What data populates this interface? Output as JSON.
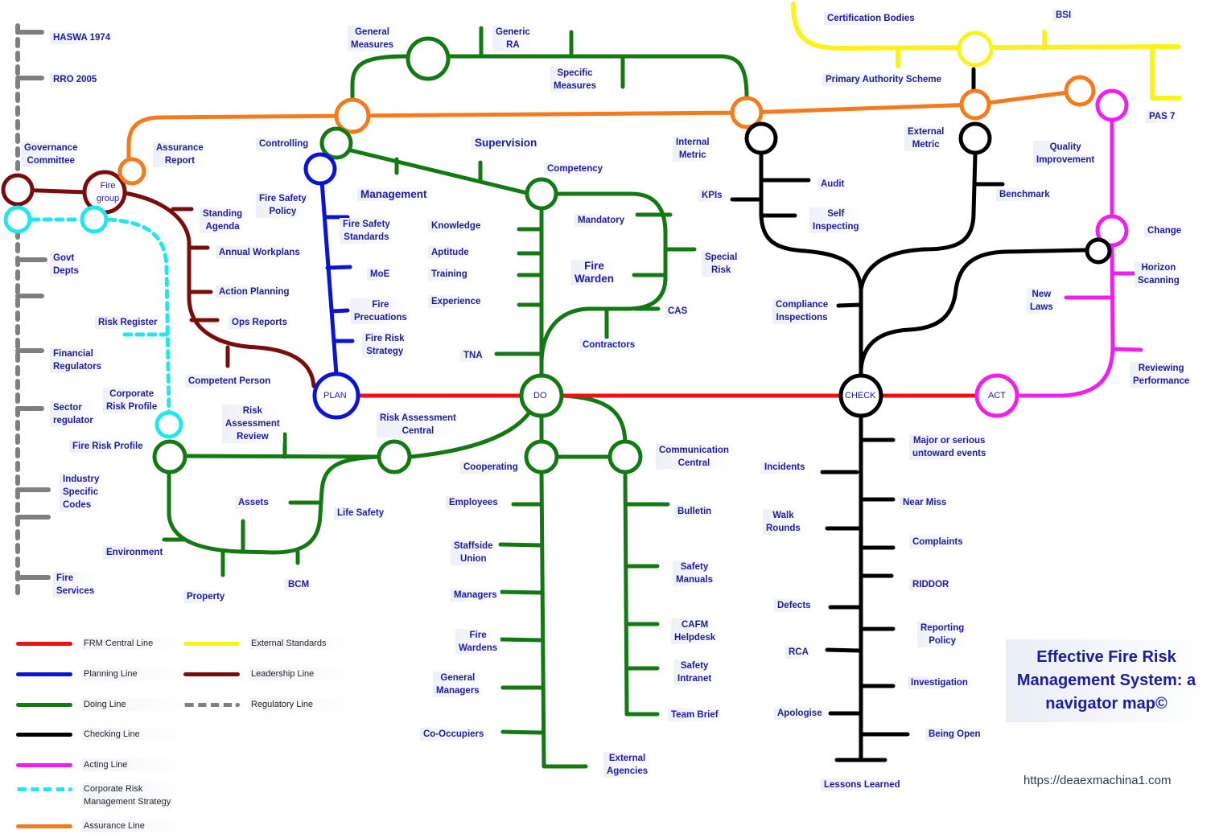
{
  "title": "Effective Fire Risk Management System: a navigator map©",
  "url": "https://deaexmachina1.com",
  "colors": {
    "frm_central": "#ee1111",
    "planning": "#0a14d4",
    "doing": "#137a13",
    "checking": "#000000",
    "acting": "#f01ff0",
    "corporate_risk": "#22e6ee",
    "assurance": "#f47a1b",
    "external": "#fbf21a",
    "leadership": "#7a0c0c",
    "regulatory": "#7f7f7f",
    "label_text": "#1a1aa6"
  },
  "legend": [
    {
      "name": "FRM Central Line",
      "line": "frm_central",
      "dashed": false
    },
    {
      "name": "Planning Line",
      "line": "planning",
      "dashed": false
    },
    {
      "name": "Doing Line",
      "line": "doing",
      "dashed": false
    },
    {
      "name": "Checking Line",
      "line": "checking",
      "dashed": false
    },
    {
      "name": "Acting Line",
      "line": "acting",
      "dashed": false
    },
    {
      "name": "Corporate Risk Management Strategy",
      "line": "corporate_risk",
      "dashed": true
    },
    {
      "name": "Assurance Line",
      "line": "assurance",
      "dashed": false
    },
    {
      "name": "External Standards",
      "line": "external",
      "dashed": false
    },
    {
      "name": "Leadership Line",
      "line": "leadership",
      "dashed": false
    },
    {
      "name": "Regulatory Line",
      "line": "regulatory",
      "dashed": true
    }
  ],
  "hubs": {
    "plan": "PLAN",
    "do": "DO",
    "check": "CHECK",
    "act": "ACT"
  },
  "labels": {
    "haswa": "HASWA 1974",
    "rro": "RRO 2005",
    "governance": "Governance\nCommittee",
    "fire_group": "Fire\ngroup",
    "assurance_report": "Assurance\nReport",
    "controlling": "Controlling",
    "fire_safety_policy": "Fire Safety\nPolicy",
    "standing_agenda": "Standing\nAgenda",
    "annual_workplans": "Annual Workplans",
    "action_planning": "Action Planning",
    "ops_reports": "Ops Reports",
    "competent_person": "Competent Person",
    "govt_depts": "Govt\nDepts",
    "risk_register": "Risk Register",
    "financial_regulators": "Financial\nRegulators",
    "corporate_risk_profile": "Corporate\nRisk Profile",
    "sector_regulator": "Sector\nregulator",
    "fire_risk_profile": "Fire Risk Profile",
    "industry_codes": "Industry\nSpecific\nCodes",
    "fire_services": "Fire\nServices",
    "environment": "Environment",
    "property": "Property",
    "assets": "Assets",
    "bcm": "BCM",
    "life_safety": "Life Safety",
    "risk_assessment_review": "Risk\nAssessment\nReview",
    "risk_assessment_central": "Risk Assessment\nCentral",
    "general_measures": "General\nMeasures",
    "generic_ra": "Generic\nRA",
    "specific_measures": "Specific\nMeasures",
    "supervision": "Supervision",
    "management": "Management",
    "competency": "Competency",
    "fire_safety_standards": "Fire Safety\nStandards",
    "moe": "MoE",
    "fire_precautions": "Fire\nPrecuations",
    "fire_risk_strategy": "Fire Risk\nStrategy",
    "knowledge": "Knowledge",
    "aptitude": "Aptitude",
    "training": "Training",
    "experience": "Experience",
    "tna": "TNA",
    "mandatory": "Mandatory",
    "fire_warden": "Fire\nWarden",
    "special_risk": "Special\nRisk",
    "cas": "CAS",
    "contractors": "Contractors",
    "cooperating": "Cooperating",
    "communication_central": "Communication\nCentral",
    "employees": "Employees",
    "staffside_union": "Staffside\nUnion",
    "managers": "Managers",
    "fire_wardens": "Fire\nWardens",
    "general_managers": "General\nManagers",
    "co_occupiers": "Co-Occupiers",
    "external_agencies": "External\nAgencies",
    "bulletin": "Bulletin",
    "safety_manuals": "Safety\nManuals",
    "cafm_helpdesk": "CAFM\nHelpdesk",
    "safety_intranet": "Safety\nIntranet",
    "team_brief": "Team Brief",
    "internal_metric": "Internal\nMetric",
    "kpis": "KPIs",
    "audit": "Audit",
    "self_inspecting": "Self\nInspecting",
    "compliance_inspections": "Compliance\nInspections",
    "external_metric": "External\nMetric",
    "benchmark": "Benchmark",
    "certification_bodies": "Certification Bodies",
    "primary_authority": "Primary Authority Scheme",
    "bsi": "BSI",
    "pas7": "PAS 7",
    "quality_improvement": "Quality\nImprovement",
    "change": "Change",
    "horizon_scanning": "Horizon\nScanning",
    "new_laws": "New\nLaws",
    "reviewing_performance": "Reviewing\nPerformance",
    "major_events": "Major or serious\nuntoward events",
    "incidents": "Incidents",
    "near_miss": "Near Miss",
    "walk_rounds": "Walk\nRounds",
    "complaints": "Complaints",
    "riddor": "RIDDOR",
    "defects": "Defects",
    "reporting_policy": "Reporting\nPolicy",
    "rca": "RCA",
    "investigation": "Investigation",
    "apologise": "Apologise",
    "being_open": "Being Open",
    "lessons_learned": "Lessons Learned"
  }
}
